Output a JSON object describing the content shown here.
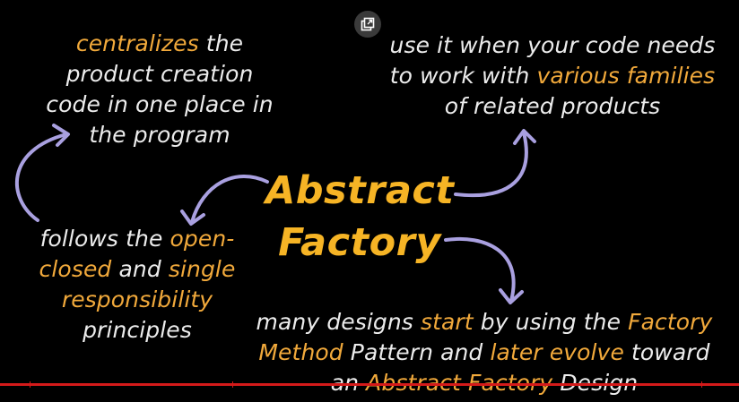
{
  "colors": {
    "background": "#000000",
    "text": "#ececec",
    "highlight": "#f1a93b",
    "title": "#f6b425",
    "arrow": "#a9a0e0",
    "progress_line": "#d41a1a"
  },
  "popout_icon": "external-window-icon",
  "center": {
    "line1": "Abstract",
    "line2": "Factory"
  },
  "top_left": {
    "hl1": "centralizes",
    "t1": " the",
    "line2": "product creation",
    "line3": "code in one place in",
    "line4": "the program"
  },
  "top_right": {
    "line1": "use it when your code needs",
    "t2a": "to work with ",
    "hl2": "various families",
    "line3": "of related products"
  },
  "left": {
    "t1": "follows the ",
    "hl1": "open-",
    "hl2": "closed",
    "t2": " and ",
    "hl3": "single",
    "hl4": "responsibility",
    "line4": "principles"
  },
  "bottom": {
    "t1": "many designs ",
    "hl1": "start",
    "t2": " by using the ",
    "hl2": "Factory",
    "hl3": "Method",
    "t3": " Pattern and ",
    "hl4": "later evolve",
    "t4": " toward",
    "t5": "an ",
    "hl5": "Abstract Factory",
    "t6": " Design"
  }
}
